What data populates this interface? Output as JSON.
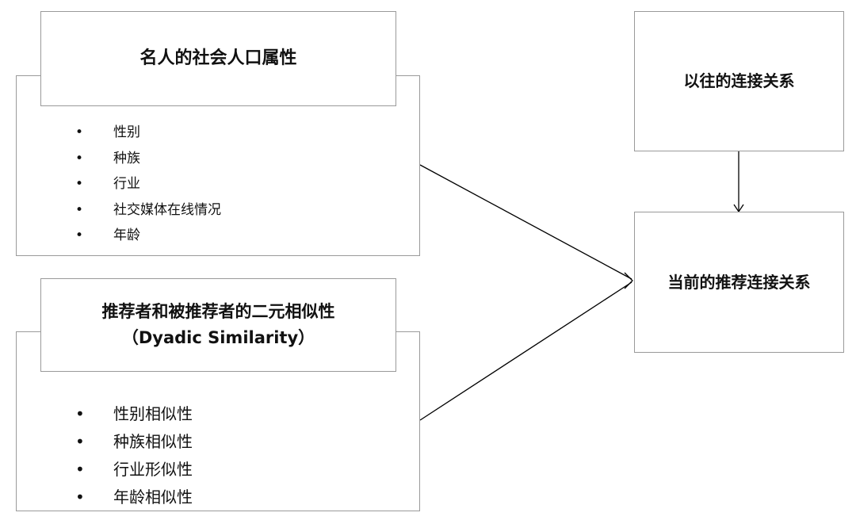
{
  "box1": {
    "title": "名人的社会人口属性",
    "items": [
      "性别",
      "种族",
      "行业",
      "社交媒体在线情况",
      "年龄"
    ]
  },
  "box2": {
    "title_line1": "推荐者和被推荐者的二元相似性",
    "title_line2": "（Dyadic Similarity）",
    "items": [
      "性别相似性",
      "种族相似性",
      "行业形似性",
      "年龄相似性"
    ]
  },
  "prior": {
    "title": "以往的连接关系"
  },
  "current": {
    "title": "当前的推荐连接关系"
  },
  "bullet_symbol": "•",
  "colors": {
    "border": "#9a9a9a",
    "line": "#000000",
    "text": "#111111"
  }
}
